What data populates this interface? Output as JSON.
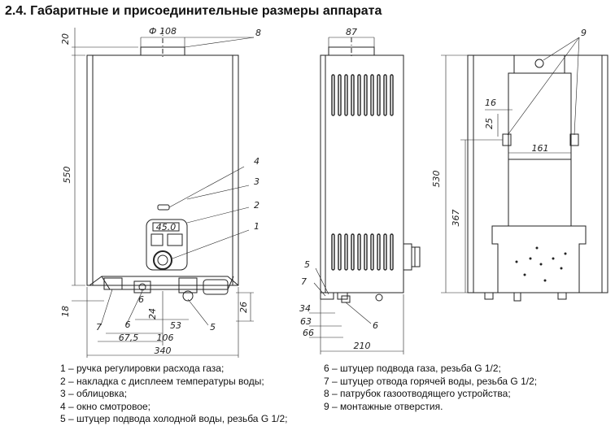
{
  "title": "2.4. Габаритные и присоединительные размеры аппарата",
  "dimensions": {
    "front": {
      "top_offset": "20",
      "pipe_diameter": "Ф 108",
      "height": "550",
      "bottom_offset": "18",
      "d_6": "6",
      "d_24": "24",
      "d_53": "53",
      "d_67_5": "67,5",
      "d_106": "106",
      "width": "340",
      "d_26": "26"
    },
    "side": {
      "pipe_width": "87",
      "d_34": "34",
      "d_63": "63",
      "d_66": "66",
      "depth": "210"
    },
    "back": {
      "d_16": "16",
      "d_25": "25",
      "d_161": "161",
      "height_530": "530",
      "height_367": "367"
    }
  },
  "callouts": {
    "front": [
      "8",
      "4",
      "3",
      "2",
      "1",
      "7",
      "6",
      "5"
    ],
    "side": [
      "5",
      "7",
      "6"
    ],
    "back": [
      "9"
    ]
  },
  "legend": {
    "left": [
      "1 – ручка регулировки расхода газа;",
      "2 – накладка с дисплеем температуры воды;",
      "3 – облицовка;",
      "4 – окно смотровое;",
      "5 – штуцер подвода холодной воды, резьба G 1/2;"
    ],
    "right": [
      "6 – штуцер подвода газа, резьба G 1/2;",
      "7 – штуцер отвода горячей воды, резьба G 1/2;",
      "8 – патрубок газоотводящего устройства;",
      "9 – монтажные отверстия."
    ]
  },
  "display_text": "45.0"
}
